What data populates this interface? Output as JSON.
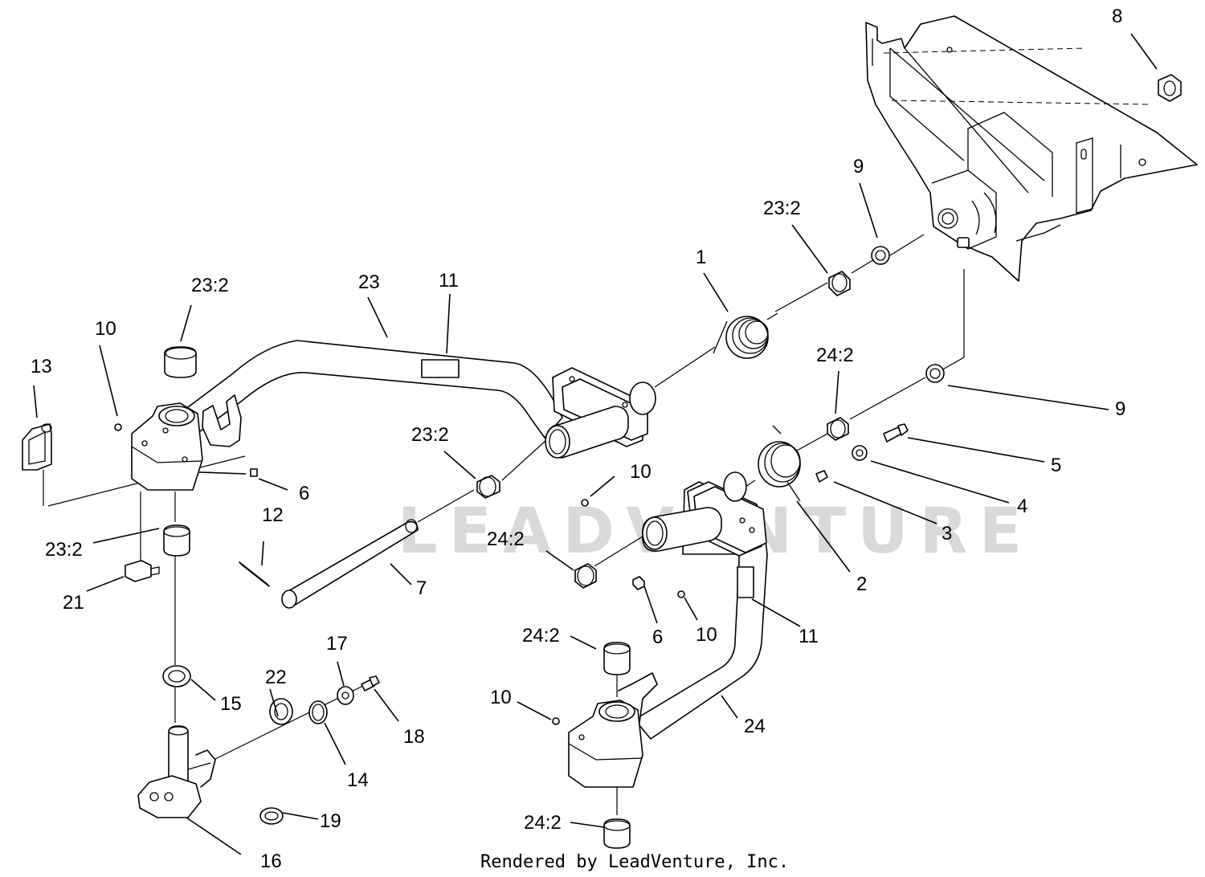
{
  "watermark": "LEADVENTURE",
  "credit": "Rendered by LeadVenture, Inc.",
  "callouts": [
    {
      "id": "c8",
      "text": "8"
    },
    {
      "id": "c9a",
      "text": "9"
    },
    {
      "id": "c23-2a",
      "text": "23:2"
    },
    {
      "id": "c1",
      "text": "1"
    },
    {
      "id": "c23-2b",
      "text": "23:2"
    },
    {
      "id": "c23",
      "text": "23"
    },
    {
      "id": "c11a",
      "text": "11"
    },
    {
      "id": "c10a",
      "text": "10"
    },
    {
      "id": "c13",
      "text": "13"
    },
    {
      "id": "c24-2a",
      "text": "24:2"
    },
    {
      "id": "c9b",
      "text": "9"
    },
    {
      "id": "c23-2c",
      "text": "23:2"
    },
    {
      "id": "c5",
      "text": "5"
    },
    {
      "id": "c6a",
      "text": "6"
    },
    {
      "id": "c10b",
      "text": "10"
    },
    {
      "id": "c4",
      "text": "4"
    },
    {
      "id": "c12",
      "text": "12"
    },
    {
      "id": "c3",
      "text": "3"
    },
    {
      "id": "c23-2d",
      "text": "23:2"
    },
    {
      "id": "c24-2b",
      "text": "24:2"
    },
    {
      "id": "c2",
      "text": "2"
    },
    {
      "id": "c7",
      "text": "7"
    },
    {
      "id": "c21",
      "text": "21"
    },
    {
      "id": "c6b",
      "text": "6"
    },
    {
      "id": "c10c",
      "text": "10"
    },
    {
      "id": "c11b",
      "text": "11"
    },
    {
      "id": "c24-2c",
      "text": "24:2"
    },
    {
      "id": "c17",
      "text": "17"
    },
    {
      "id": "c22",
      "text": "22"
    },
    {
      "id": "c15",
      "text": "15"
    },
    {
      "id": "c10d",
      "text": "10"
    },
    {
      "id": "c18",
      "text": "18"
    },
    {
      "id": "c24",
      "text": "24"
    },
    {
      "id": "c14",
      "text": "14"
    },
    {
      "id": "c19",
      "text": "19"
    },
    {
      "id": "c24-2d",
      "text": "24:2"
    },
    {
      "id": "c16",
      "text": "16"
    }
  ]
}
